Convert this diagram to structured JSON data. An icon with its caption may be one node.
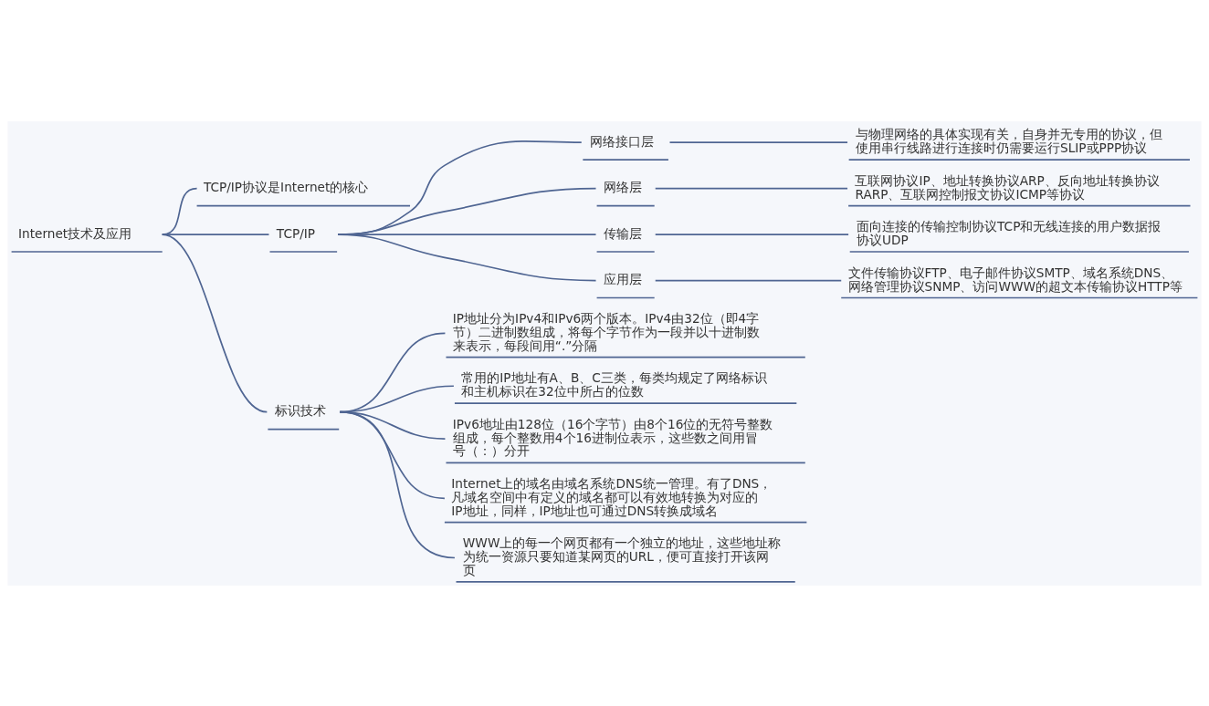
{
  "diagram": {
    "nodes": [
      {
        "text": [
          "Internet技术及应用"
        ]
      },
      {
        "text": [
          "TCP/IP协议是Internet的核心"
        ]
      },
      {
        "text": [
          "TCP/IP"
        ]
      },
      {
        "text": [
          "网络接口层"
        ]
      },
      {
        "text": [
          "与物理网络的具体实现有关，自身并无专用的协议，但使用串行线路进行连接时仍需要运行SLIP或PPP协议"
        ]
      },
      {
        "text": [
          "网络层"
        ]
      },
      {
        "text": [
          "互联网协议IP、地址转换协议ARP、反向地址转换协议RARP、互联网控制报文协议ICMP等协议"
        ]
      },
      {
        "text": [
          "传输层"
        ]
      },
      {
        "text": [
          "面向连接的传输控制协议TCP和无线连接的用户数据报协议UDP"
        ]
      },
      {
        "text": [
          "应用层"
        ]
      },
      {
        "text": [
          "文件传输协议FTP、电子邮件协议SMTP、域名系统DNS、网络管理协议SNMP、访问WWW的超文本传输协议HTTP等"
        ]
      },
      {
        "text": [
          "标识技术"
        ]
      },
      {
        "text": [
          "IP地址分为IPv4和IPv6两个版本。IPv4由32位（即4字节）二进制数组成，将每个字节作为一段并以十进制数来表示，每段间用“.”分隔"
        ]
      },
      {
        "text": [
          "常用的IP地址有A、B、C三类，每类均规定了网络标识和主机标识在32位中所占的位数"
        ]
      },
      {
        "text": [
          "IPv6地址由128位（16个字节）由8个16位的无符号整数组成，每个整数用4个16进制位表示，这些数之间用冒号（：）分开"
        ]
      },
      {
        "text": [
          "Internet上的域名由域名系统DNS统一管理。有了DNS，凡域名空间中有定义的域名都可以有效地转换为对应的IP地址，同样，IP地址也可通过DNS转换成域名"
        ]
      },
      {
        "text": [
          "WWW上的每一个网页都有一个独立的地址，这些地址称为统一资源只要知道某网页的URL，便可直接打开该网页"
        ]
      }
    ],
    "edges": [
      {
        "from": 0,
        "to": 1,
        "arrow": "none"
      },
      {
        "from": 0,
        "to": 2,
        "arrow": "none"
      },
      {
        "from": 2,
        "to": 3,
        "arrow": "none"
      },
      {
        "from": 3,
        "to": 4,
        "arrow": "none"
      },
      {
        "from": 2,
        "to": 5,
        "arrow": "none"
      },
      {
        "from": 5,
        "to": 6,
        "arrow": "none"
      },
      {
        "from": 2,
        "to": 7,
        "arrow": "none"
      },
      {
        "from": 7,
        "to": 8,
        "arrow": "none"
      },
      {
        "from": 2,
        "to": 9,
        "arrow": "none"
      },
      {
        "from": 9,
        "to": 10,
        "arrow": "none"
      },
      {
        "from": 0,
        "to": 11,
        "arrow": "none"
      },
      {
        "from": 11,
        "to": 12,
        "arrow": "none"
      },
      {
        "from": 11,
        "to": 13,
        "arrow": "none"
      },
      {
        "from": 11,
        "to": 14,
        "arrow": "none"
      },
      {
        "from": 11,
        "to": 15,
        "arrow": "none"
      },
      {
        "from": 11,
        "to": 16,
        "arrow": "none"
      }
    ]
  }
}
